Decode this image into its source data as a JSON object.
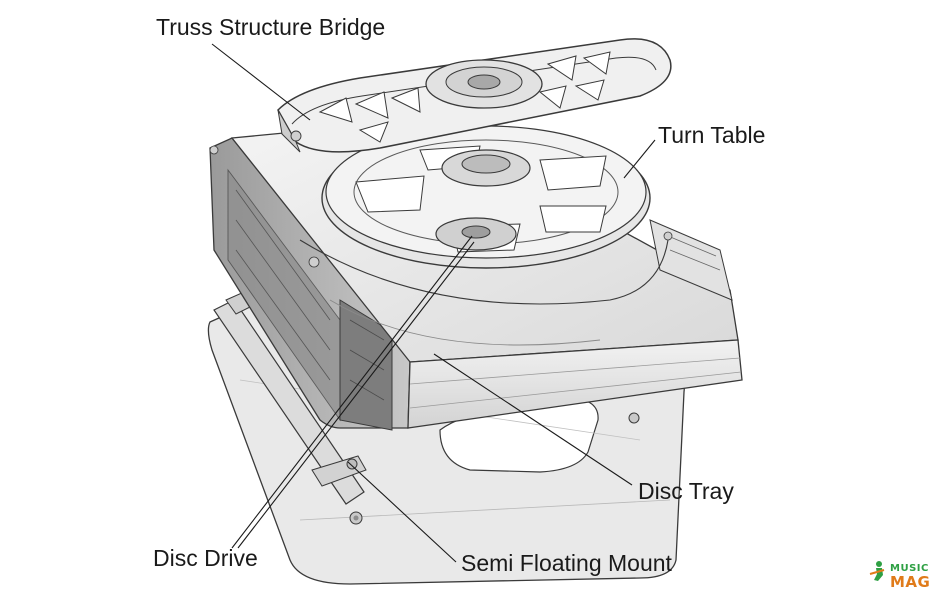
{
  "labels": {
    "truss": "Truss Structure Bridge",
    "turn_table": "Turn Table",
    "disc_tray": "Disc Tray",
    "disc_drive": "Disc Drive",
    "semi_floating_mount": "Semi Floating Mount"
  },
  "watermark": {
    "line1": "MUSIC",
    "line2": "MAG"
  },
  "colors": {
    "outline": "#3a3a3a",
    "panel_light": "#ededed",
    "panel_mid": "#d6d6d6",
    "panel_dark": "#a9a9a9",
    "logo_green": "#2ea043",
    "logo_orange": "#e07b1a"
  }
}
